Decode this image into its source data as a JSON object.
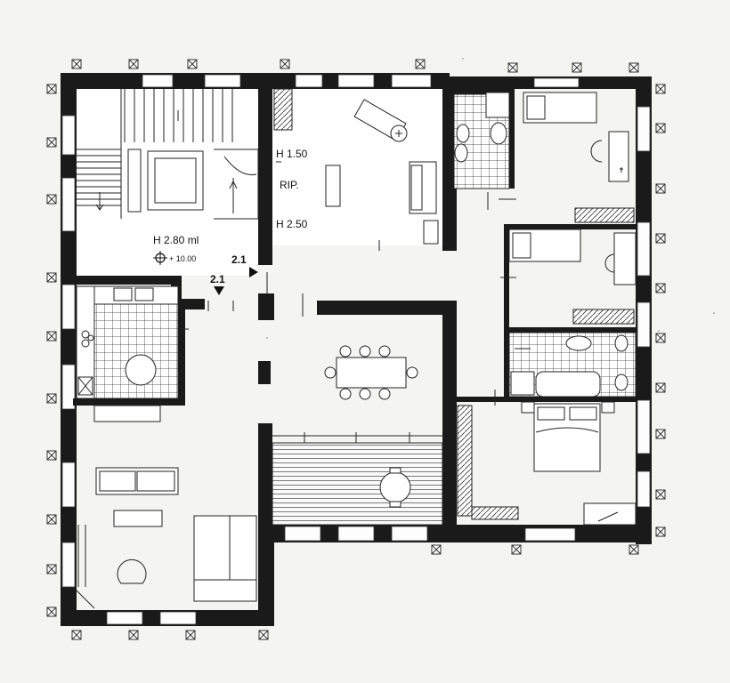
{
  "labels": {
    "ceiling_height": "H 2.80 ml",
    "elevation": "+ 10.00",
    "storage_h1": "H 1.50",
    "storage_name": "RIP.",
    "storage_h2": "H 2.50",
    "section_a": "2.1",
    "section_b": "2.1"
  },
  "colors": {
    "wall": "#1a1a1a",
    "paper": "#f4f4f2",
    "line": "#222222"
  },
  "icons": {
    "elevation_marker": "crosshair-circle-icon",
    "section_arrow": "arrow-icon"
  }
}
